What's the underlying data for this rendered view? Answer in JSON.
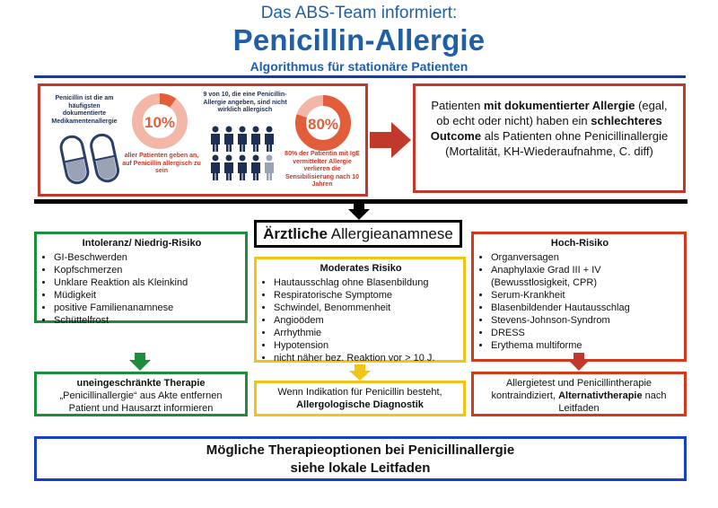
{
  "header": {
    "kicker": "Das ABS-Team informiert:",
    "title": "Penicillin-Allergie",
    "subtitle": "Algorithmus für stationäre Patienten"
  },
  "infobox": {
    "pill_caption": "Penicillin ist die am häufigsten dokumentierte Medikamentenallergie",
    "stat1": {
      "value": "10%",
      "fraction": 0.1,
      "caption": "aller Patienten geben an, auf Penicillin allergisch zu sein"
    },
    "people_caption": "9 von 10, die eine Penicillin-Allergie angeben, sind nicht wirklich allergisch",
    "stat2": {
      "value": "80%",
      "fraction": 0.8,
      "caption": "80% der Patientin mit IgE vermittelter Allergie verlieren die Sensibilisierung nach 10 Jahren"
    },
    "people_total": 10,
    "people_highlighted": 1,
    "colors": {
      "accent_red": "#c0392b",
      "pale_red": "#f3b7a8",
      "navy": "#1d2f55",
      "grey": "#9aa3b5"
    }
  },
  "outcome": {
    "t1": "Patienten ",
    "b1": "mit dokumentierter Allergie",
    "t2": " (egal, ob echt oder nicht) haben ein ",
    "b2": "schlechteres Outcome",
    "t3": " als Patienten ohne Penicillinallergie (Mortalität, KH-Wiederaufnahme, C. diff)"
  },
  "anamnese": {
    "bold": "Ärztliche",
    "rest": " Allergieanamnese"
  },
  "low": {
    "heading": "Intoleranz/ Niedrig-Risiko",
    "items": [
      "GI-Beschwerden",
      "Kopfschmerzen",
      "Unklare Reaktion als Kleinkind",
      "Müdigkeit",
      "positive Familienanamnese",
      "Schüttelfrost"
    ]
  },
  "moderate": {
    "heading": "Moderates Risiko",
    "items": [
      "Hautausschlag ohne Blasenbildung",
      "Respiratorische Symptome",
      "Schwindel, Benommenheit",
      "Angioödem",
      "Arrhythmie",
      "Hypotension",
      "nicht näher bez. Reaktion vor > 10 J."
    ]
  },
  "high": {
    "heading": "Hoch-Risiko",
    "items": [
      "Organversagen",
      "Anaphylaxie Grad III + IV (Bewusstlosigkeit, CPR)",
      "Serum-Krankheit",
      "Blasenbildender Hautausschlag",
      "Stevens-Johnson-Syndrom",
      "DRESS",
      "Erythema multiforme"
    ]
  },
  "therapy_low": {
    "bold": "uneingeschränkte Therapie",
    "l2": "„Penicillinallergie“ aus Akte entfernen",
    "l3": "Patient und Hausarzt informieren"
  },
  "therapy_mod": {
    "l1": "Wenn Indikation für Penicillin besteht,",
    "bold": "Allergologische Diagnostik"
  },
  "therapy_high": {
    "l1": "Allergietest und Penicillintherapie",
    "l2a": "kontraindiziert, ",
    "bold": "Alternativtherapie",
    "l2b": " nach",
    "l3": "Leitfaden"
  },
  "bottom": {
    "l1": "Mögliche Therapieoptionen bei Penicillinallergie",
    "l2": "siehe lokale Leitfaden"
  },
  "colors": {
    "blue": "#1f5fa8",
    "green": "#1e8c3a",
    "yellow": "#f0c419",
    "red": "#d6381b",
    "bottom_blue": "#1a3fc7"
  }
}
